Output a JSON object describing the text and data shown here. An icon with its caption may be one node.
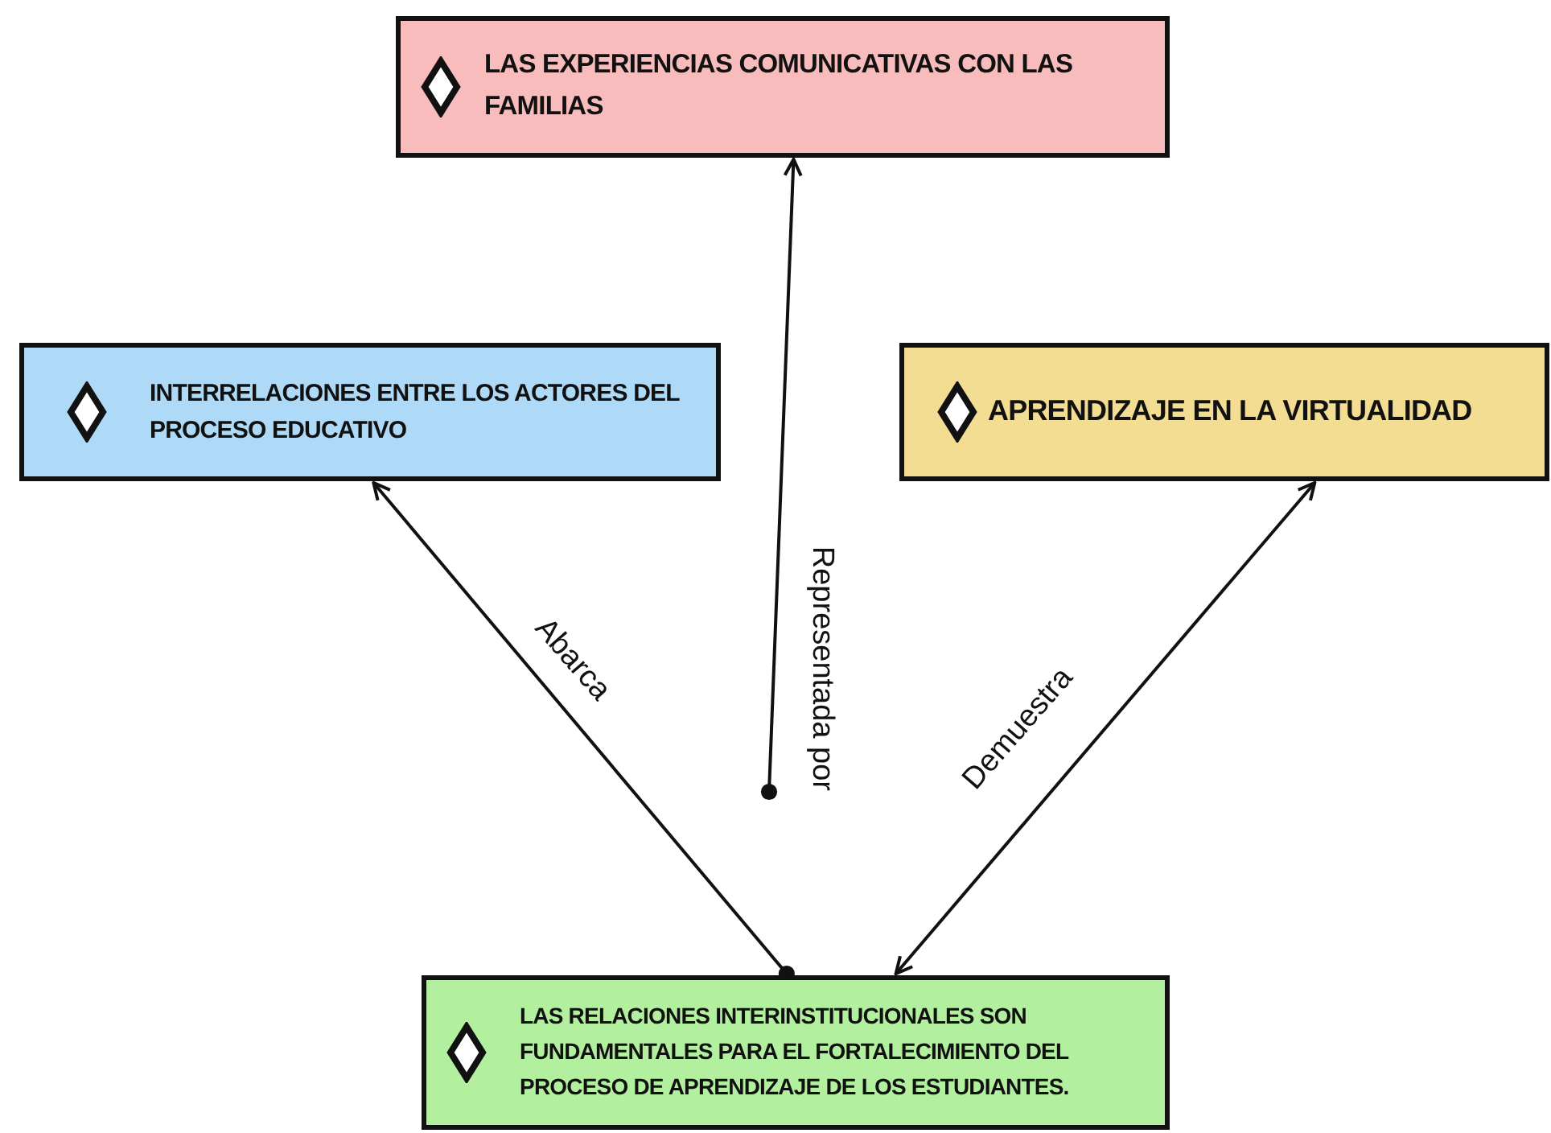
{
  "diagram": {
    "nodes": [
      {
        "text": [
          "LAS EXPERIENCIAS COMUNICATIVAS CON LAS FAMILIAS"
        ]
      },
      {
        "text": [
          "INTERRELACIONES ENTRE LOS ACTORES DEL PROCESO EDUCATIVO"
        ]
      },
      {
        "text": [
          "APRENDIZAJE EN LA VIRTUALIDAD"
        ]
      },
      {
        "text": [
          "LAS RELACIONES INTERINSTITUCIONALES SON FUNDAMENTALES PARA EL FORTALECIMIENTO DEL PROCESO DE APRENDIZAJE DE LOS ESTUDIANTES."
        ]
      }
    ],
    "edges": [
      {
        "from": null,
        "to": 0,
        "arrow": "to",
        "label": "Representada por"
      },
      {
        "from": 3,
        "to": 1,
        "arrow": "to",
        "label": "Abarca"
      },
      {
        "from": 3,
        "to": 2,
        "arrow": "both",
        "label": "Demuestra"
      }
    ]
  }
}
